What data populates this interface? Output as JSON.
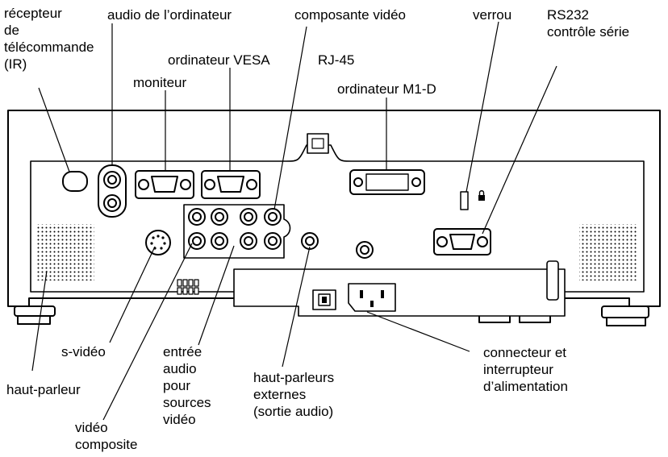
{
  "labels": {
    "ir_receiver": [
      "récepteur",
      "de",
      "télécommande",
      "(IR)"
    ],
    "computer_audio": "audio de l’ordinateur",
    "monitor": "moniteur",
    "vesa_computer": "ordinateur VESA",
    "component_video": "composante vidéo",
    "rj45": "RJ-45",
    "m1d_computer": "ordinateur M1-D",
    "lock": "verrou",
    "rs232": [
      "RS232",
      "contrôle série"
    ],
    "s_video": "s-vidéo",
    "speaker": "haut-parleur",
    "composite_video": [
      "vidéo",
      "composite"
    ],
    "audio_input": [
      "entrée",
      "audio",
      "pour",
      "sources",
      "vidéo"
    ],
    "external_speakers": [
      "haut-parleurs",
      "externes",
      "(sortie audio)"
    ],
    "power": [
      "connecteur et",
      "interrupteur",
      "d’alimentation"
    ]
  },
  "colors": {
    "line": "#000000",
    "fill": "#ffffff"
  }
}
